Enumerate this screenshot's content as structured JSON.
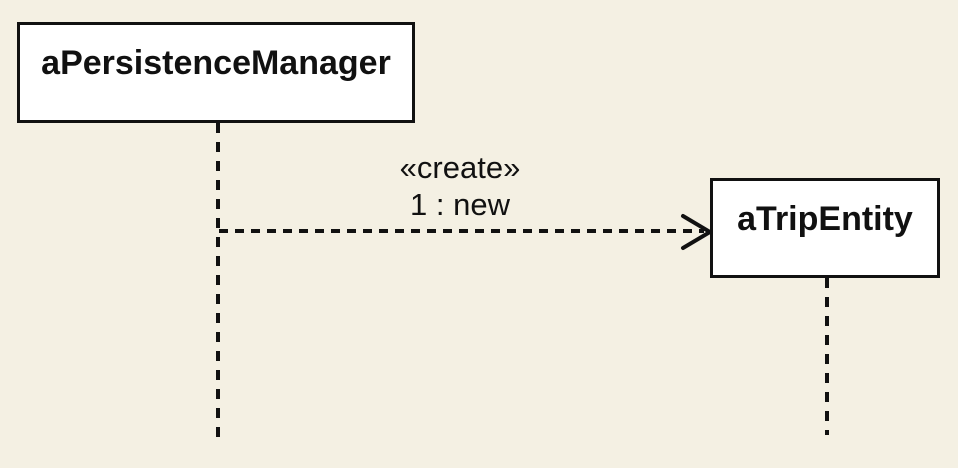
{
  "diagram": {
    "type": "uml-sequence-diagram",
    "colors": {
      "background": "#f4f0e3",
      "line": "#111111",
      "box_fill": "#ffffff"
    },
    "objects": [
      {
        "id": "persistence-manager",
        "label": "aPersistenceManager"
      },
      {
        "id": "trip-entity",
        "label": "aTripEntity"
      }
    ],
    "messages": [
      {
        "from": "persistence-manager",
        "to": "trip-entity",
        "stereotype": "«create»",
        "label": "1 : new",
        "line_style": "dashed",
        "arrowhead": "open"
      }
    ]
  }
}
